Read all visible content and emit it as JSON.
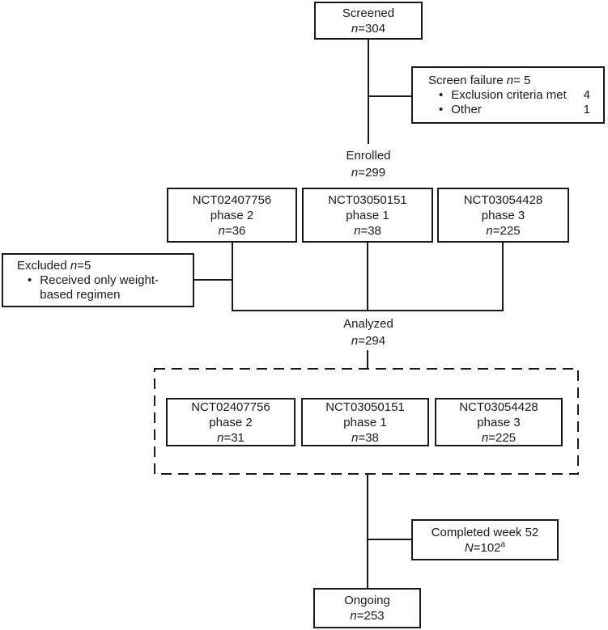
{
  "colors": {
    "line": "#1a1a1a",
    "text": "#1a1a1a",
    "background": "#ffffff"
  },
  "diagram": {
    "screened": {
      "label": "Screened",
      "n": "n",
      "eq": "=304"
    },
    "screen_failure": {
      "pre": "Screen failure ",
      "n": "n",
      "post": "= 5",
      "bullet": "•",
      "items": [
        {
          "text": "Exclusion criteria met",
          "value": "4"
        },
        {
          "text": "Other",
          "value": "1"
        }
      ]
    },
    "enrolled": {
      "label": "Enrolled",
      "n": "n",
      "eq": "=299"
    },
    "trials_enrolled": [
      {
        "nct": "NCT02407756",
        "phase": "phase 2",
        "n": "n",
        "eq": "=36"
      },
      {
        "nct": "NCT03050151",
        "phase": "phase 1",
        "n": "n",
        "eq": "=38"
      },
      {
        "nct": "NCT03054428",
        "phase": "phase 3",
        "n": "n",
        "eq": "=225"
      }
    ],
    "excluded": {
      "pre": "Excluded ",
      "n": "n",
      "post": "=5",
      "bullet": "•",
      "item": "Received only weight-based regimen"
    },
    "analyzed": {
      "label": "Analyzed",
      "n": "n",
      "eq": "=294"
    },
    "trials_analyzed": [
      {
        "nct": "NCT02407756",
        "phase": "phase 2",
        "n": "n",
        "eq": "=31"
      },
      {
        "nct": "NCT03050151",
        "phase": "phase 1",
        "n": "n",
        "eq": "=38"
      },
      {
        "nct": "NCT03054428",
        "phase": "phase 3",
        "n": "n",
        "eq": "=225"
      }
    ],
    "completed": {
      "label": "Completed week 52",
      "n": "N",
      "eq": "=102",
      "sup": "a"
    },
    "ongoing": {
      "label": "Ongoing",
      "n": "n",
      "eq": "=253"
    }
  }
}
